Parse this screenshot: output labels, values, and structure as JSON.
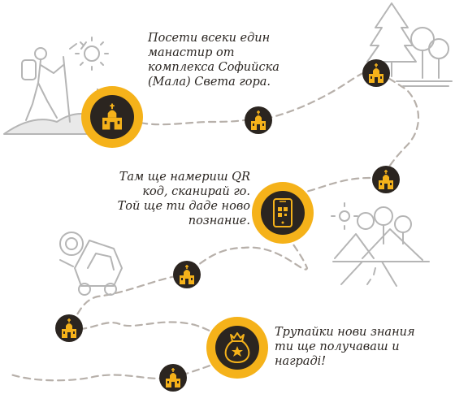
{
  "steps": [
    {
      "text": "Посети всеки един\nманастир от\nкомплекса Софийска\n(Мала) Света гора."
    },
    {
      "text": "Там ще намериш QR\nкод, сканирай го.\nТой ще ти даде ново\nпознание."
    },
    {
      "text": "Трупайки нови знания\nти ще получаваш и\nнаградi!"
    }
  ],
  "colors": {
    "accent": "#f5b21a",
    "dark": "#2b2520",
    "path": "#b7b0aa",
    "illustration": "#b5b5b5"
  },
  "icons": {
    "monastery": "monastery-icon",
    "phone": "qr-phone-icon",
    "reward": "reward-bag-icon"
  }
}
